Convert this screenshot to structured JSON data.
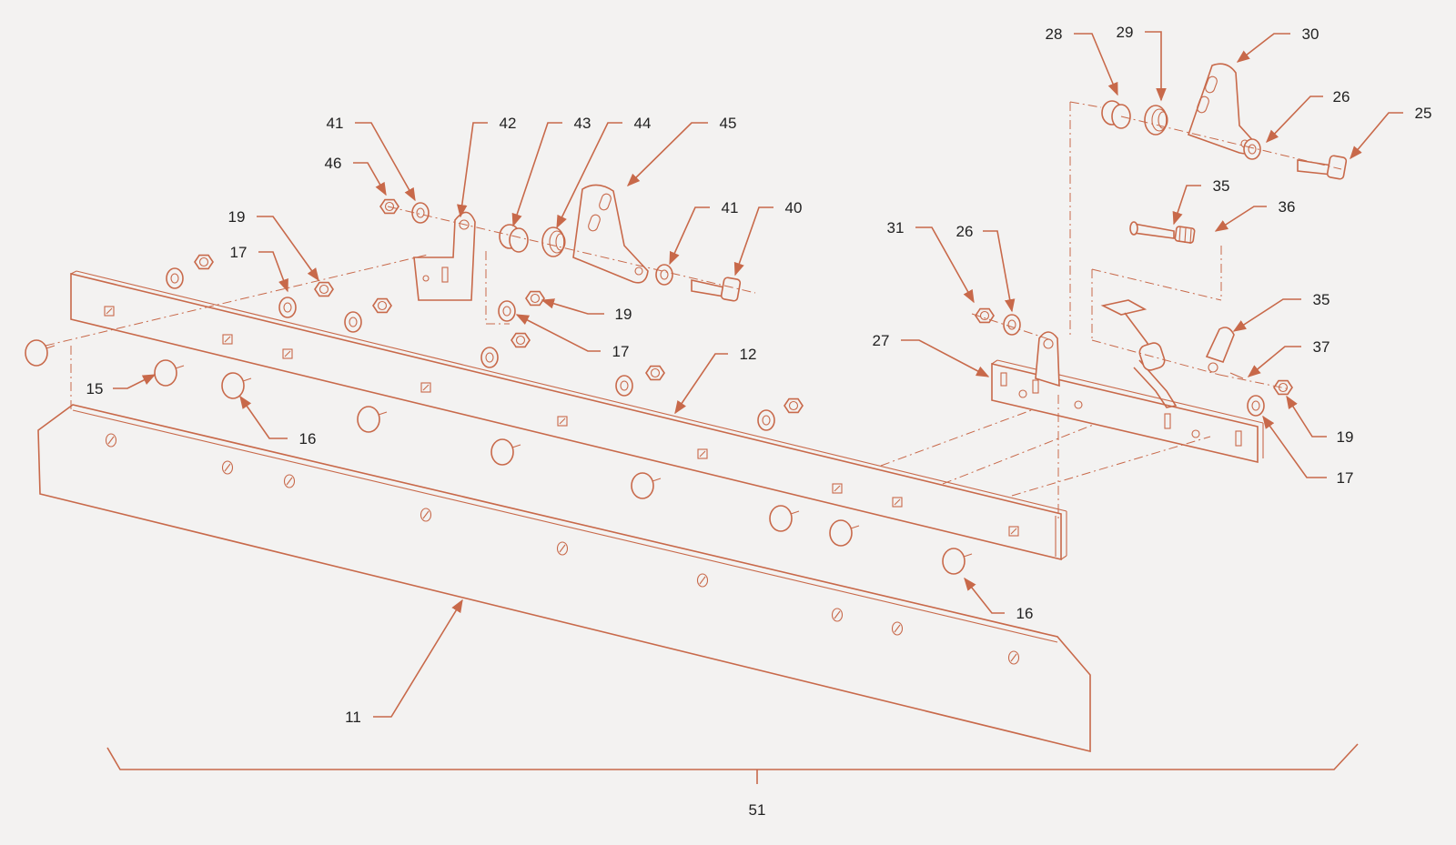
{
  "colors": {
    "line": "#c8694a",
    "text": "#222222",
    "background": "#f3f2f1"
  },
  "callouts": [
    {
      "id": "c11",
      "label": "11"
    },
    {
      "id": "c12",
      "label": "12"
    },
    {
      "id": "c15",
      "label": "15"
    },
    {
      "id": "c16a",
      "label": "16"
    },
    {
      "id": "c16b",
      "label": "16"
    },
    {
      "id": "c17a",
      "label": "17"
    },
    {
      "id": "c17b",
      "label": "17"
    },
    {
      "id": "c17c",
      "label": "17"
    },
    {
      "id": "c19a",
      "label": "19"
    },
    {
      "id": "c19b",
      "label": "19"
    },
    {
      "id": "c19c",
      "label": "19"
    },
    {
      "id": "c25",
      "label": "25"
    },
    {
      "id": "c26a",
      "label": "26"
    },
    {
      "id": "c26b",
      "label": "26"
    },
    {
      "id": "c27",
      "label": "27"
    },
    {
      "id": "c28",
      "label": "28"
    },
    {
      "id": "c29",
      "label": "29"
    },
    {
      "id": "c30",
      "label": "30"
    },
    {
      "id": "c31",
      "label": "31"
    },
    {
      "id": "c35a",
      "label": "35"
    },
    {
      "id": "c35b",
      "label": "35"
    },
    {
      "id": "c36",
      "label": "36"
    },
    {
      "id": "c37",
      "label": "37"
    },
    {
      "id": "c40",
      "label": "40"
    },
    {
      "id": "c41a",
      "label": "41"
    },
    {
      "id": "c41b",
      "label": "41"
    },
    {
      "id": "c42",
      "label": "42"
    },
    {
      "id": "c43",
      "label": "43"
    },
    {
      "id": "c44",
      "label": "44"
    },
    {
      "id": "c45",
      "label": "45"
    },
    {
      "id": "c46",
      "label": "46"
    },
    {
      "id": "c51",
      "label": "51"
    }
  ]
}
